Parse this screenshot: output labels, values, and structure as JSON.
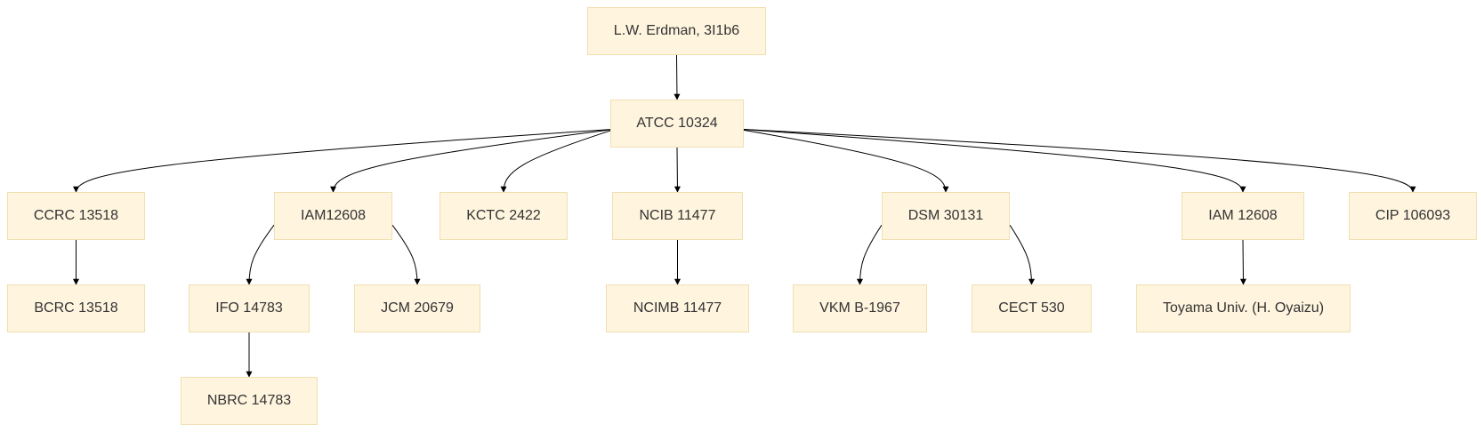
{
  "colors": {
    "node_fill": "#fff4de",
    "node_border": "#f0dfb0",
    "node_text": "#333333",
    "edge": "#000000"
  },
  "nodes": {
    "root": "L.W. Erdman, 3I1b6",
    "atcc": "ATCC 10324",
    "ccrc": "CCRC 13518",
    "iam12608a": "IAM12608",
    "kctc": "KCTC 2422",
    "ncib": "NCIB 11477",
    "dsm": "DSM 30131",
    "iam12608b": "IAM 12608",
    "cip": "CIP 106093",
    "bcrc": "BCRC 13518",
    "ifo": "IFO 14783",
    "jcm": "JCM 20679",
    "ncimb": "NCIMB 11477",
    "vkm": "VKM B-1967",
    "cect": "CECT 530",
    "toyama": "Toyama Univ. (H. Oyaizu)",
    "nbrc": "NBRC 14783"
  },
  "edges": [
    [
      "root",
      "atcc"
    ],
    [
      "atcc",
      "ccrc"
    ],
    [
      "atcc",
      "iam12608a"
    ],
    [
      "atcc",
      "kctc"
    ],
    [
      "atcc",
      "ncib"
    ],
    [
      "atcc",
      "dsm"
    ],
    [
      "atcc",
      "iam12608b"
    ],
    [
      "atcc",
      "cip"
    ],
    [
      "ccrc",
      "bcrc"
    ],
    [
      "iam12608a",
      "ifo"
    ],
    [
      "iam12608a",
      "jcm"
    ],
    [
      "ncib",
      "ncimb"
    ],
    [
      "dsm",
      "vkm"
    ],
    [
      "dsm",
      "cect"
    ],
    [
      "iam12608b",
      "toyama"
    ],
    [
      "ifo",
      "nbrc"
    ]
  ]
}
